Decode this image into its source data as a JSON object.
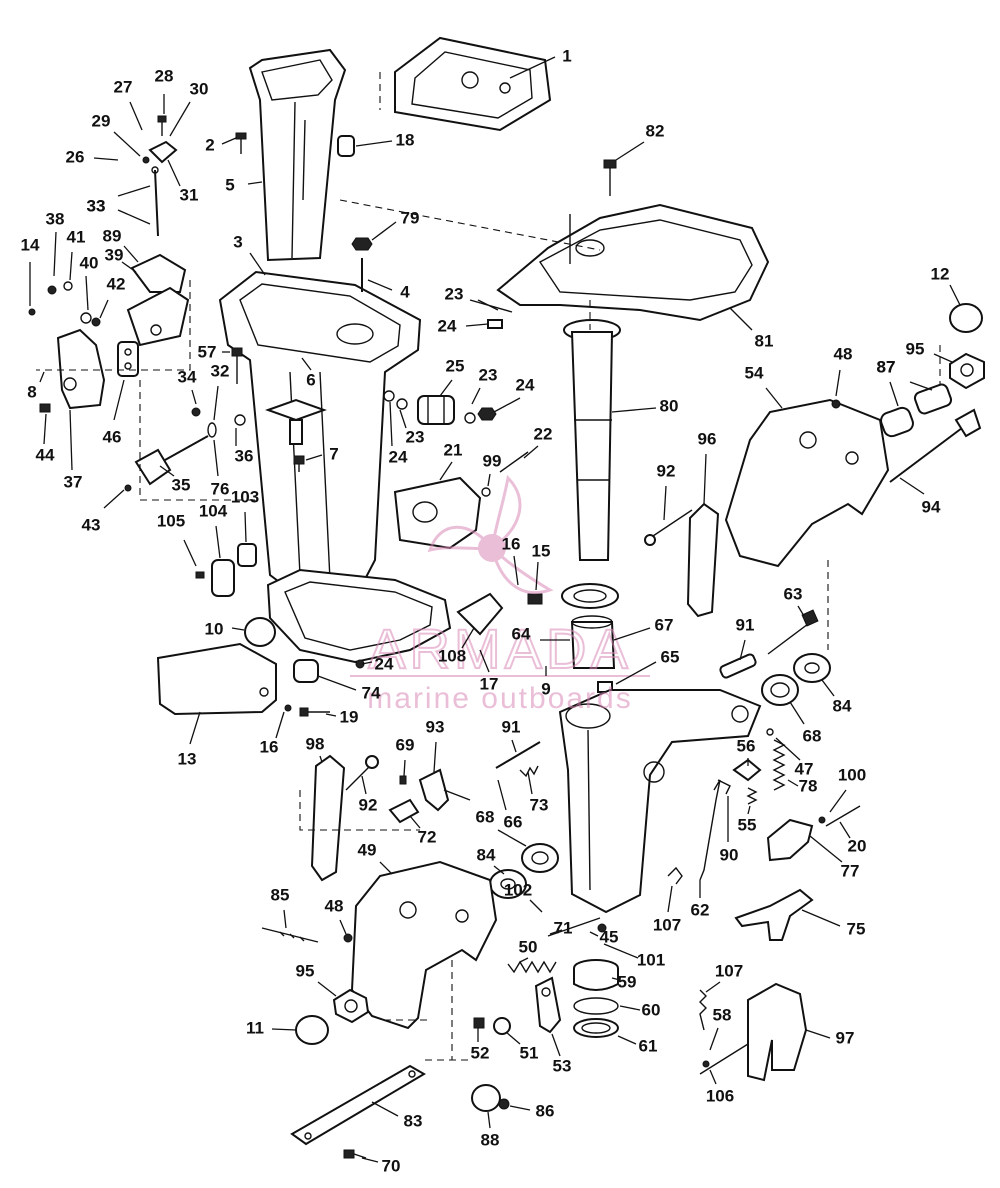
{
  "diagram": {
    "part_numbers": [
      "1",
      "2",
      "3",
      "4",
      "5",
      "6",
      "7",
      "8",
      "9",
      "10",
      "11",
      "12",
      "13",
      "14",
      "15",
      "16",
      "17",
      "18",
      "19",
      "20",
      "21",
      "22",
      "23",
      "24",
      "25",
      "26",
      "27",
      "28",
      "29",
      "30",
      "31",
      "32",
      "33",
      "34",
      "35",
      "36",
      "37",
      "38",
      "39",
      "40",
      "41",
      "42",
      "43",
      "44",
      "45",
      "46",
      "47",
      "48",
      "49",
      "50",
      "51",
      "52",
      "53",
      "54",
      "55",
      "56",
      "57",
      "58",
      "59",
      "60",
      "61",
      "62",
      "63",
      "64",
      "65",
      "66",
      "67",
      "68",
      "69",
      "70",
      "71",
      "72",
      "73",
      "74",
      "75",
      "76",
      "77",
      "78",
      "79",
      "80",
      "81",
      "82",
      "83",
      "84",
      "85",
      "86",
      "87",
      "88",
      "89",
      "90",
      "91",
      "92",
      "93",
      "94",
      "95",
      "96",
      "97",
      "98",
      "99",
      "100",
      "101",
      "102",
      "103",
      "104",
      "105",
      "106",
      "107",
      "108"
    ]
  },
  "watermark": {
    "brand": "ARMADA",
    "tagline": "marine outboards",
    "color": "#d98ab8"
  }
}
